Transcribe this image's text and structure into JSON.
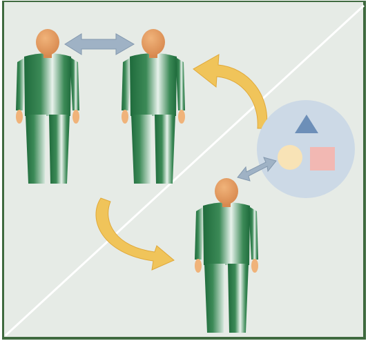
{
  "colors": {
    "background": "#e6ebe6",
    "frame_dark": "#3f6a3f",
    "frame_light": "#c9d1c9",
    "diagonal": "#ffffff",
    "body_dark": "#1f6b3c",
    "body_mid": "#3c8a57",
    "body_light": "#e8f2ec",
    "skin": "#f0b37a",
    "skin_shade": "#d8894f",
    "curved_arrow": "#f0c45a",
    "curved_arrow_edge": "#e0a838",
    "double_arrow": "#9fb2c5",
    "double_arrow_edge": "#8398ae",
    "bubble": "#ccd9e6",
    "triangle": "#6d8fb8",
    "circle": "#f8e3b6",
    "square": "#f2b8b3"
  },
  "figures": [
    {
      "name": "person-left"
    },
    {
      "name": "person-right"
    },
    {
      "name": "person-bottom"
    }
  ],
  "icons": [
    "double-arrow-icon",
    "curved-arrow-icon",
    "thought-bubble-icon",
    "triangle-icon",
    "circle-icon",
    "square-icon"
  ]
}
